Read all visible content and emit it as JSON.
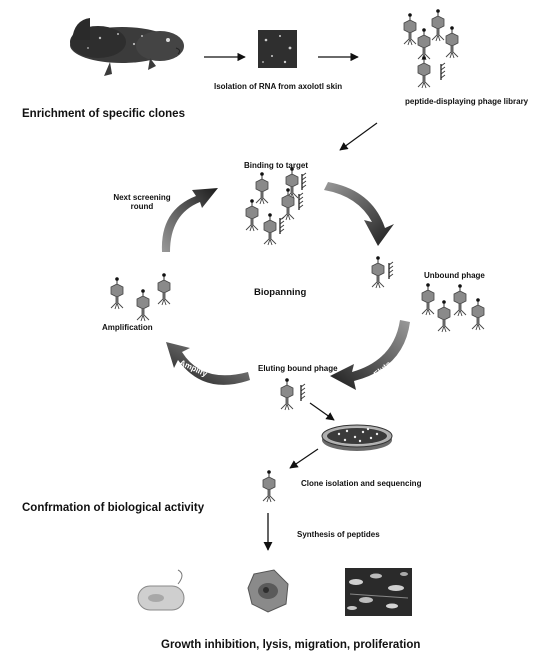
{
  "labels": {
    "enrichment": "Enrichment of specific clones",
    "isolation_rna": "Isolation of RNA from axolotl skin",
    "phage_library": "peptide-displaying phage library",
    "binding_to_target": "Binding to target",
    "next_round_line1": "Next screening",
    "next_round_line2": "round",
    "wash": "Wash",
    "unbound_phage": "Unbound phage",
    "biopanning": "Biopanning",
    "amplification": "Amplification",
    "eluting_bound_phage": "Eluting bound phage",
    "elute": "Elute",
    "amplify": "Amplify",
    "clone_isolation": "Clone isolation and sequencing",
    "confirmation": "Confrmation of biological activity",
    "synthesis": "Synthesis of peptides",
    "growth": "Growth inhibition, lysis, migration, proliferation"
  },
  "colors": {
    "text": "#111111",
    "cycle_arrow": "#2a2a2a",
    "phage": "#777777"
  },
  "icons": [
    "axolotl-image",
    "skin-image",
    "phage-icon",
    "target-receptor-icon",
    "petri-dish-icon",
    "bacterium-image",
    "cell-image",
    "sem-micrograph-image"
  ]
}
